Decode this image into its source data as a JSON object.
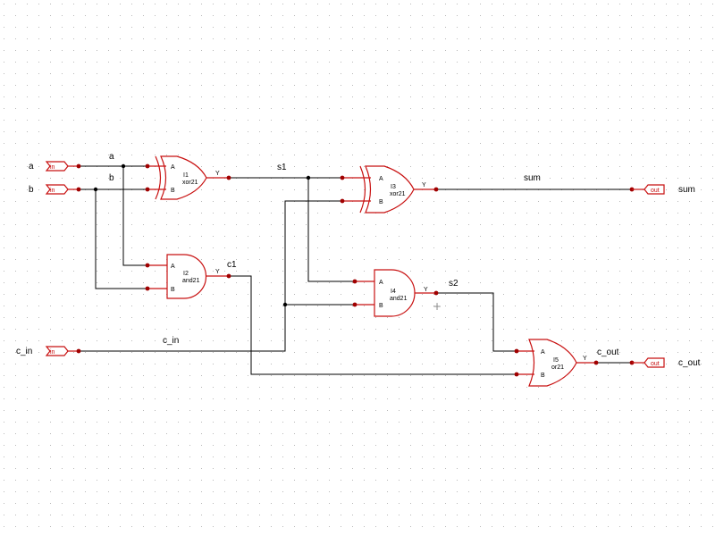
{
  "colors": {
    "symbol": "#c81010",
    "pin": "#a00000",
    "wire": "#000000",
    "grid": "#b8b8b8"
  },
  "inputs": {
    "a": {
      "name": "a",
      "tag": "in"
    },
    "b": {
      "name": "b",
      "tag": "in"
    },
    "c_in": {
      "name": "c_in",
      "tag": "in"
    }
  },
  "outputs": {
    "sum": {
      "name": "sum",
      "tag": "out"
    },
    "c_out": {
      "name": "c_out",
      "tag": "out"
    }
  },
  "gates": {
    "i1": {
      "inst": "I1",
      "cell": "xor21",
      "pin_a": "A",
      "pin_b": "B",
      "pin_y": "Y",
      "icon": "xor-gate-icon"
    },
    "i2": {
      "inst": "I2",
      "cell": "and21",
      "pin_a": "A",
      "pin_b": "B",
      "pin_y": "Y",
      "icon": "and-gate-icon"
    },
    "i3": {
      "inst": "I3",
      "cell": "xor21",
      "pin_a": "A",
      "pin_b": "B",
      "pin_y": "Y",
      "icon": "xor-gate-icon"
    },
    "i4": {
      "inst": "I4",
      "cell": "and21",
      "pin_a": "A",
      "pin_b": "B",
      "pin_y": "Y",
      "icon": "and-gate-icon"
    },
    "i5": {
      "inst": "I5",
      "cell": "or21",
      "pin_a": "A",
      "pin_b": "B",
      "pin_y": "Y",
      "icon": "or-gate-icon"
    }
  },
  "nets": {
    "a": "a",
    "b": "b",
    "s1": "s1",
    "c1": "c1",
    "s2": "s2",
    "c_in": "c_in",
    "sum": "sum",
    "c_out": "c_out"
  },
  "cursor": {
    "symbol": "+",
    "icon": "crosshair-cursor-icon"
  }
}
